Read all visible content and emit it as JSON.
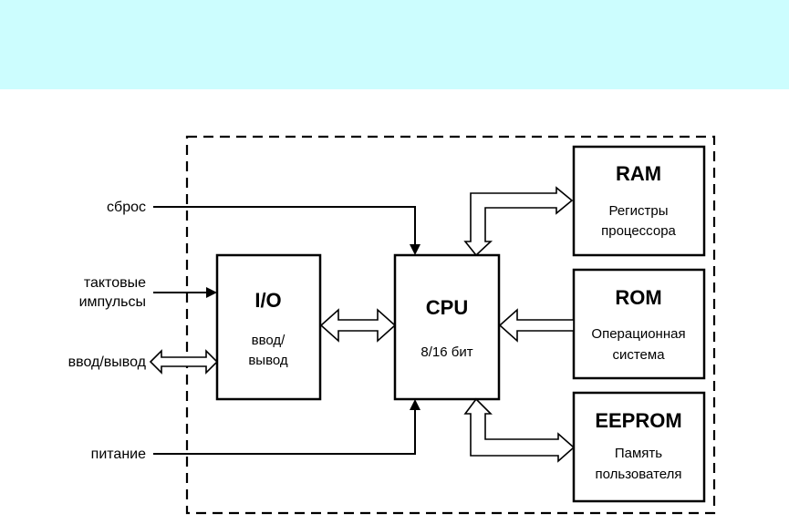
{
  "colors": {
    "header_band": "#ccfdfe",
    "stroke": "#000000",
    "background": "#ffffff"
  },
  "blocks": {
    "io": {
      "title": "I/O",
      "line1": "ввод/",
      "line2": "вывод"
    },
    "cpu": {
      "title": "CPU",
      "line1": "8/16 бит"
    },
    "ram": {
      "title": "RAM",
      "line1": "Регистры",
      "line2": "процессора"
    },
    "rom": {
      "title": "ROM",
      "line1": "Операционная",
      "line2": "система"
    },
    "eeprom": {
      "title": "EEPROM",
      "line1": "Память",
      "line2": "пользователя"
    }
  },
  "signals": {
    "reset": "сброс",
    "clock_line1": "тактовые",
    "clock_line2": "импульсы",
    "io": "ввод/вывод",
    "power": "питание"
  }
}
